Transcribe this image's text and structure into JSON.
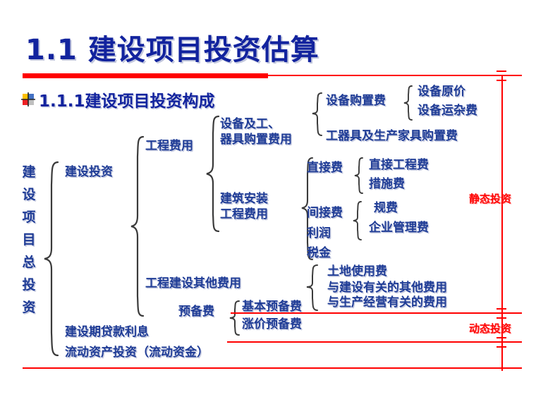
{
  "slide": {
    "title": "1.1 建设项目投资估算",
    "subtitle": "1.1.1建设项目投资构成",
    "bullet_icon": "colored-squares-bullet-icon",
    "colors": {
      "text_blue": "#1F3C96",
      "title_blue": "#12239E",
      "accent_red": "#FF0000",
      "background": "#FFFFFF",
      "brace_gray": "#3A3A3A"
    }
  },
  "tree": {
    "root": "建设项目总投资",
    "root_chars": [
      "建",
      "设",
      "项",
      "目",
      "总",
      "投",
      "资"
    ],
    "level1": {
      "construction_investment": "建设投资",
      "interest": "建设期贷款利息",
      "working_capital": "流动资产投资（流动资金）"
    },
    "level2": {
      "engineering_cost": "工程费用",
      "other_cost": "工程建设其他费用",
      "reserve_cost": "预备费"
    },
    "level3": {
      "equipment_tools": "设备及工、\n器具购置费用",
      "construction_install": "建筑安装\n工程费用",
      "reserve_basic": "基本预备费",
      "reserve_price": "涨价预备费",
      "other_land": "土地使用费",
      "other_related_construction": "与建设有关的其他费用",
      "other_related_operation": "与生产经营有关的费用"
    },
    "level4": {
      "equipment_purchase": "设备购置费",
      "tools_furniture": "工器具及生产家具购置费",
      "direct_cost": "直接费",
      "indirect_cost": "间接费",
      "profit": "利润",
      "tax": "税金"
    },
    "level5": {
      "equipment_original_price": "设备原价",
      "equipment_transport": "设备运杂费",
      "direct_engineering_cost": "直接工程费",
      "measure_cost": "措施费",
      "statutory_fee": "规费",
      "enterprise_management_fee": "企业管理费"
    }
  },
  "annotations": {
    "static_investment": "静态投资",
    "dynamic_investment": "动态投资"
  }
}
